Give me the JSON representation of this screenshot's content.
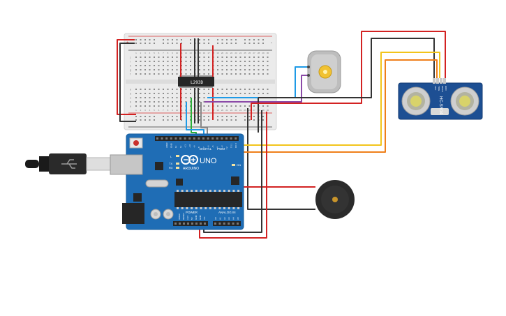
{
  "board": {
    "brand": "ARDUINO",
    "model": "UNO",
    "digital_label": "DIGITAL",
    "pwm_label": "PWM ~",
    "power_label": "POWER",
    "analog_label": "ANALOG IN",
    "led_labels": [
      "L",
      "TX",
      "RX"
    ],
    "on_label": "ON",
    "top_pin_labels": [
      "AREF",
      "GND",
      "13",
      "12",
      "~11",
      "~10",
      "~9",
      "8",
      "7",
      "~6",
      "~5",
      "4",
      "~3",
      "2",
      "TX 1",
      "RX 0"
    ],
    "power_pin_labels": [
      "IOREF",
      "RESET",
      "3.3V",
      "5V",
      "GND",
      "GND",
      "Vin"
    ],
    "analog_pin_labels": [
      "A0",
      "A1",
      "A2",
      "A3",
      "A4",
      "A5"
    ]
  },
  "driver_chip": {
    "label": "L293D"
  },
  "sensor": {
    "label": "HC-SR04",
    "pin_labels": [
      "VCC",
      "TRIG",
      "ECHO",
      "GND"
    ]
  },
  "breadboard": {
    "column_numbers": [
      "1",
      "2",
      "3",
      "4",
      "5",
      "6",
      "7",
      "8",
      "9",
      "10",
      "11",
      "12",
      "13",
      "14",
      "15",
      "16",
      "17",
      "18",
      "19",
      "20",
      "21",
      "22",
      "23",
      "24",
      "25",
      "26",
      "27",
      "28",
      "29",
      "30"
    ],
    "row_letters_top": [
      "j",
      "i",
      "h",
      "g",
      "f"
    ],
    "row_letters_bottom": [
      "e",
      "d",
      "c",
      "b",
      "a"
    ],
    "rail_plus": "+",
    "rail_minus": "-"
  },
  "colors": {
    "board_blue": "#1f6db5",
    "wire_red": "#d32222",
    "wire_black": "#333333",
    "wire_yellow": "#f2c41b",
    "wire_orange": "#ef7f1a",
    "wire_green": "#2cae3a",
    "wire_blue": "#1e9ae6",
    "wire_purple": "#8b4aa8"
  }
}
